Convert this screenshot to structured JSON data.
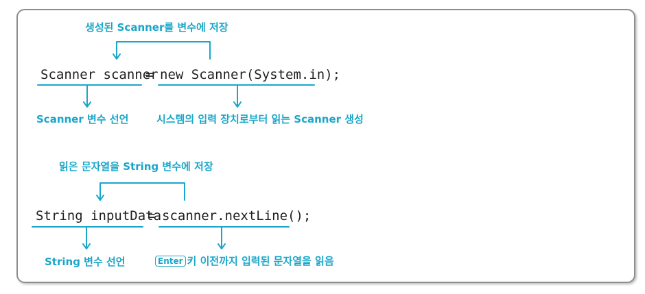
{
  "example1": {
    "code_left": "Scanner scanner",
    "code_eq": "=",
    "code_right": "new Scanner(System.in);",
    "top_note": "생성된 Scanner를 변수에 저장",
    "left_note": "Scanner 변수 선언",
    "right_note": "시스템의 입력 장치로부터 읽는 Scanner 생성"
  },
  "example2": {
    "code_left": "String inputData",
    "code_eq": "=",
    "code_right": "scanner.nextLine();",
    "top_note": "읽은 문자열을 String 변수에 저장",
    "left_note": "String 변수 선언",
    "enter_key": "Enter",
    "right_note": "키 이전까지 입력된 문자열을 읽음"
  },
  "colors": {
    "annotation": "#1aa6c9",
    "code": "#1f1f1f",
    "frame": "#8e8e8e"
  }
}
